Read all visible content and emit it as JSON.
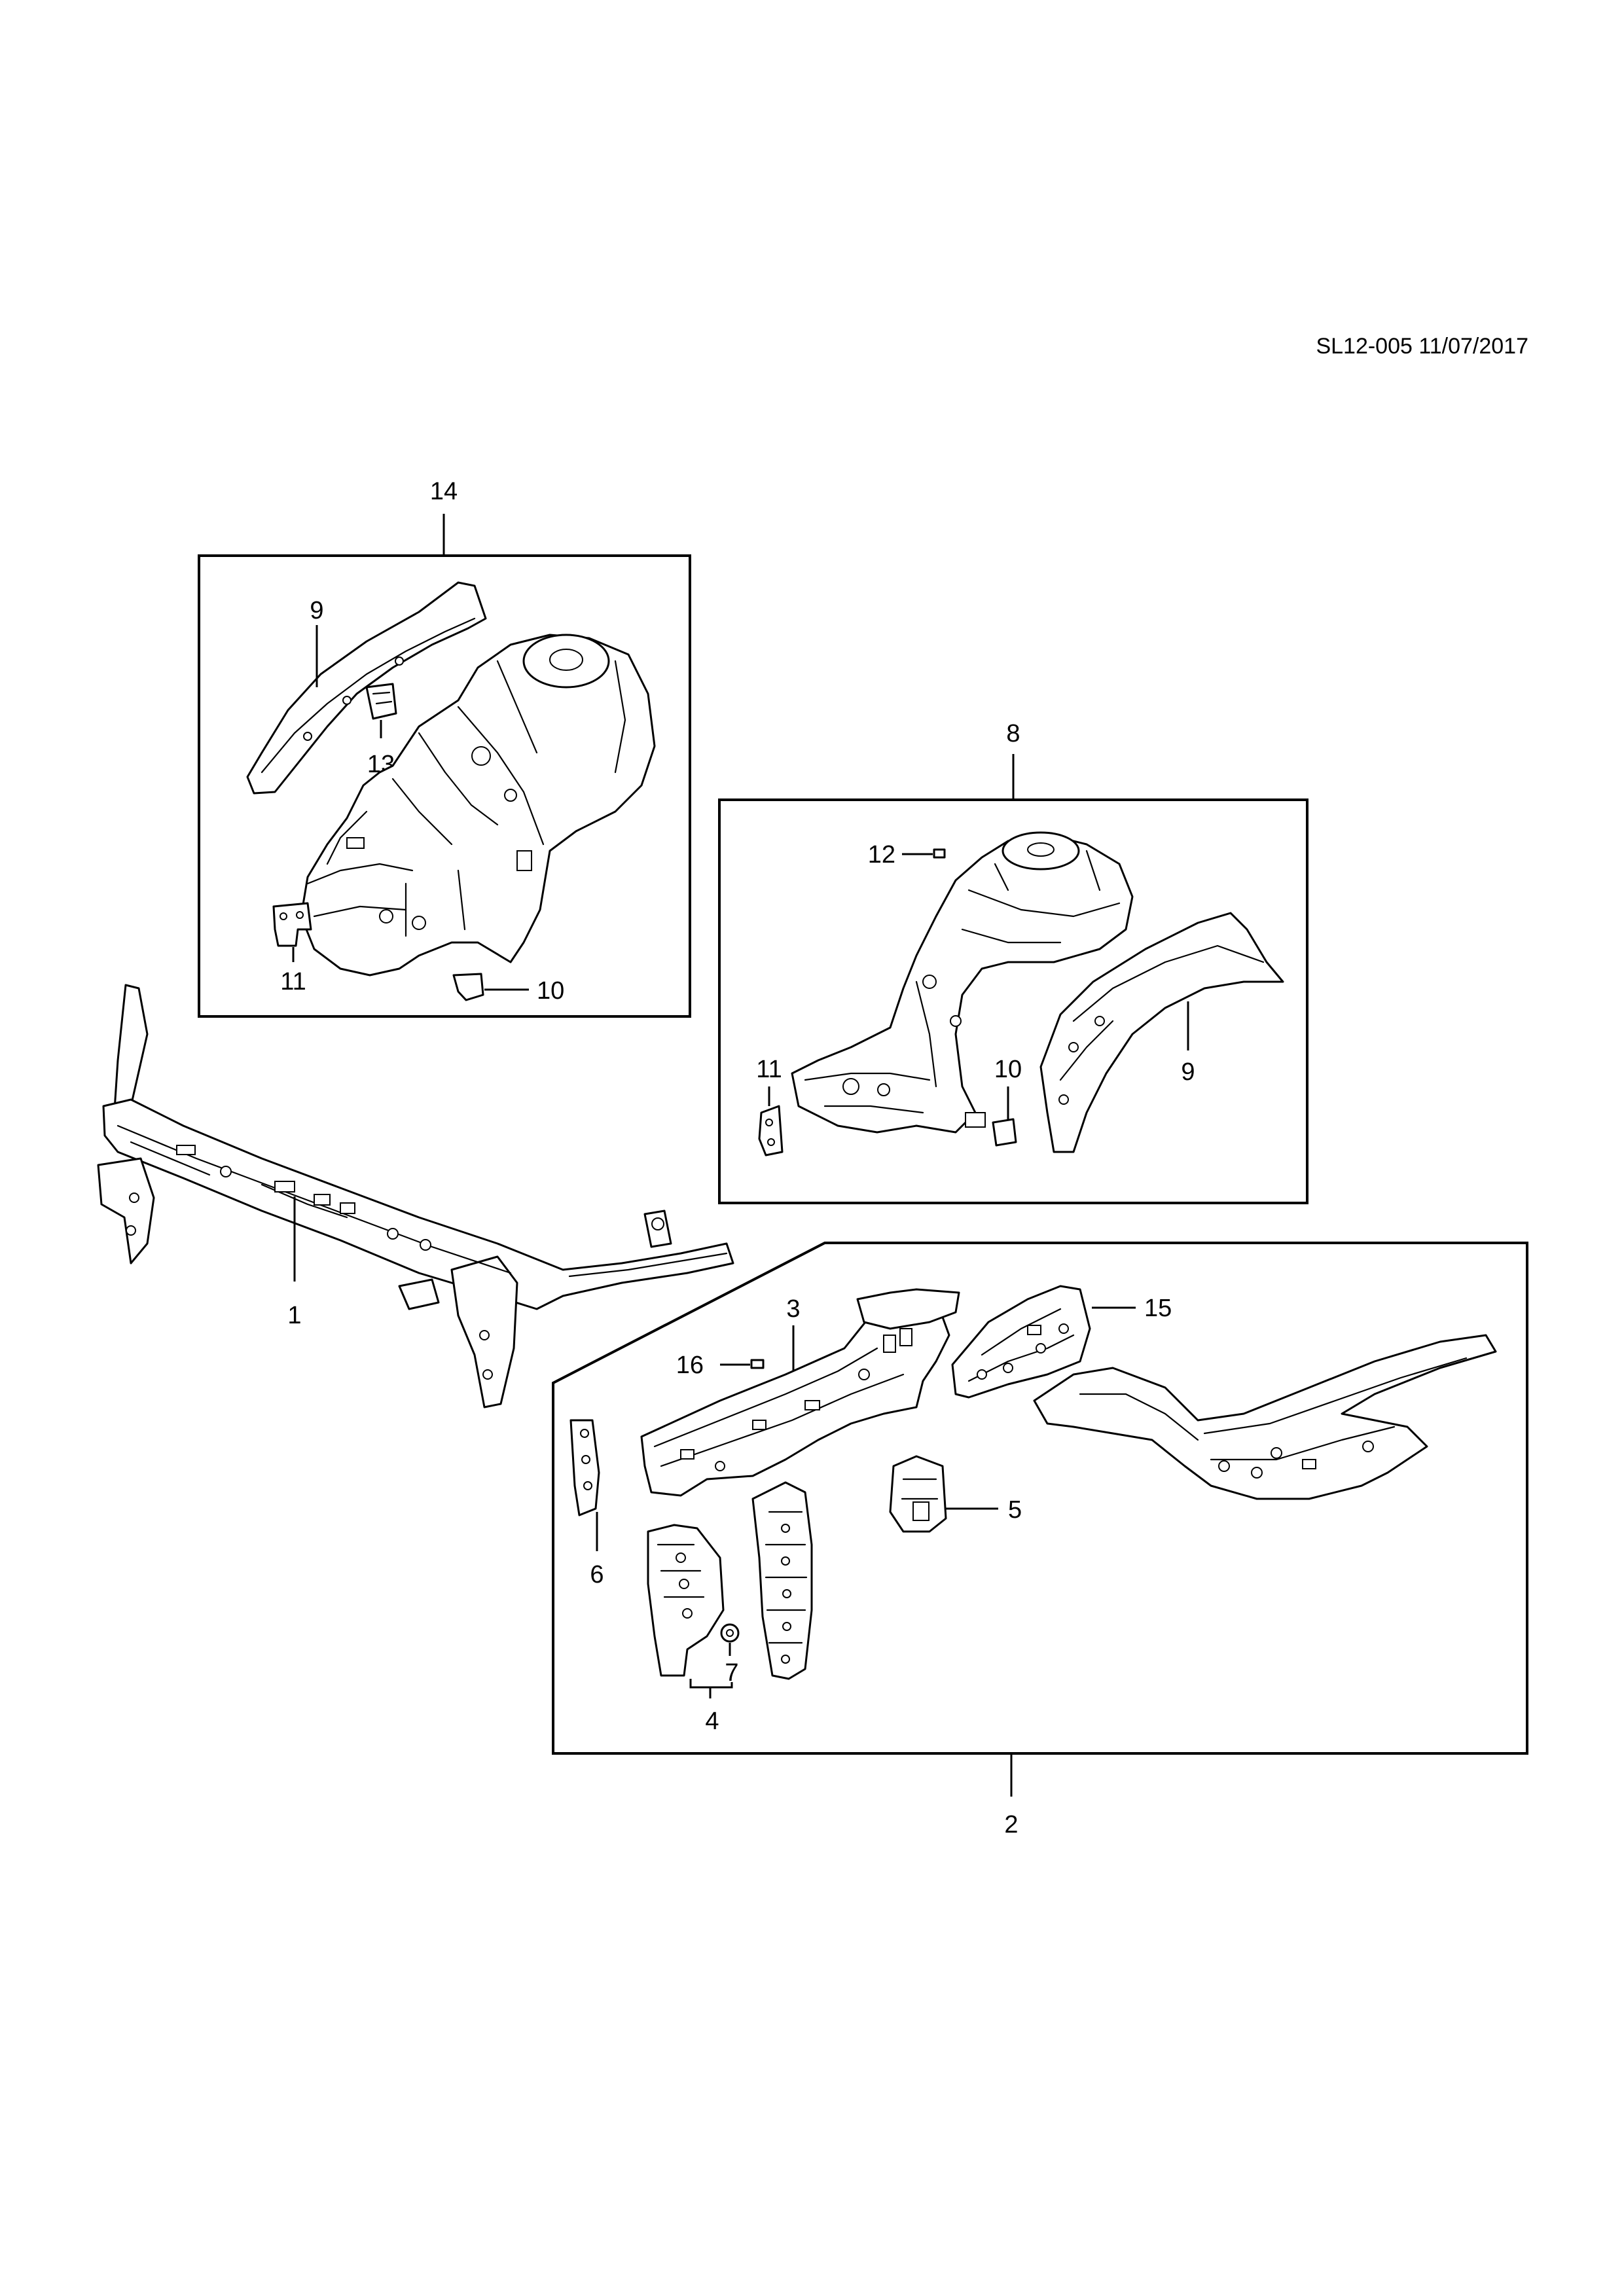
{
  "document": {
    "reference": "SL12-005 11/07/2017"
  },
  "callouts": {
    "c1": "1",
    "c2": "2",
    "c3": "3",
    "c4": "4",
    "c5": "5",
    "c6": "6",
    "c7": "7",
    "c8": "8",
    "c9a": "9",
    "c9b": "9",
    "c10a": "10",
    "c10b": "10",
    "c11a": "11",
    "c11b": "11",
    "c12": "12",
    "c13": "13",
    "c14": "14",
    "c15": "15",
    "c16": "16"
  },
  "groups": {
    "group_14": "14",
    "group_8": "8",
    "group_2": "2"
  }
}
